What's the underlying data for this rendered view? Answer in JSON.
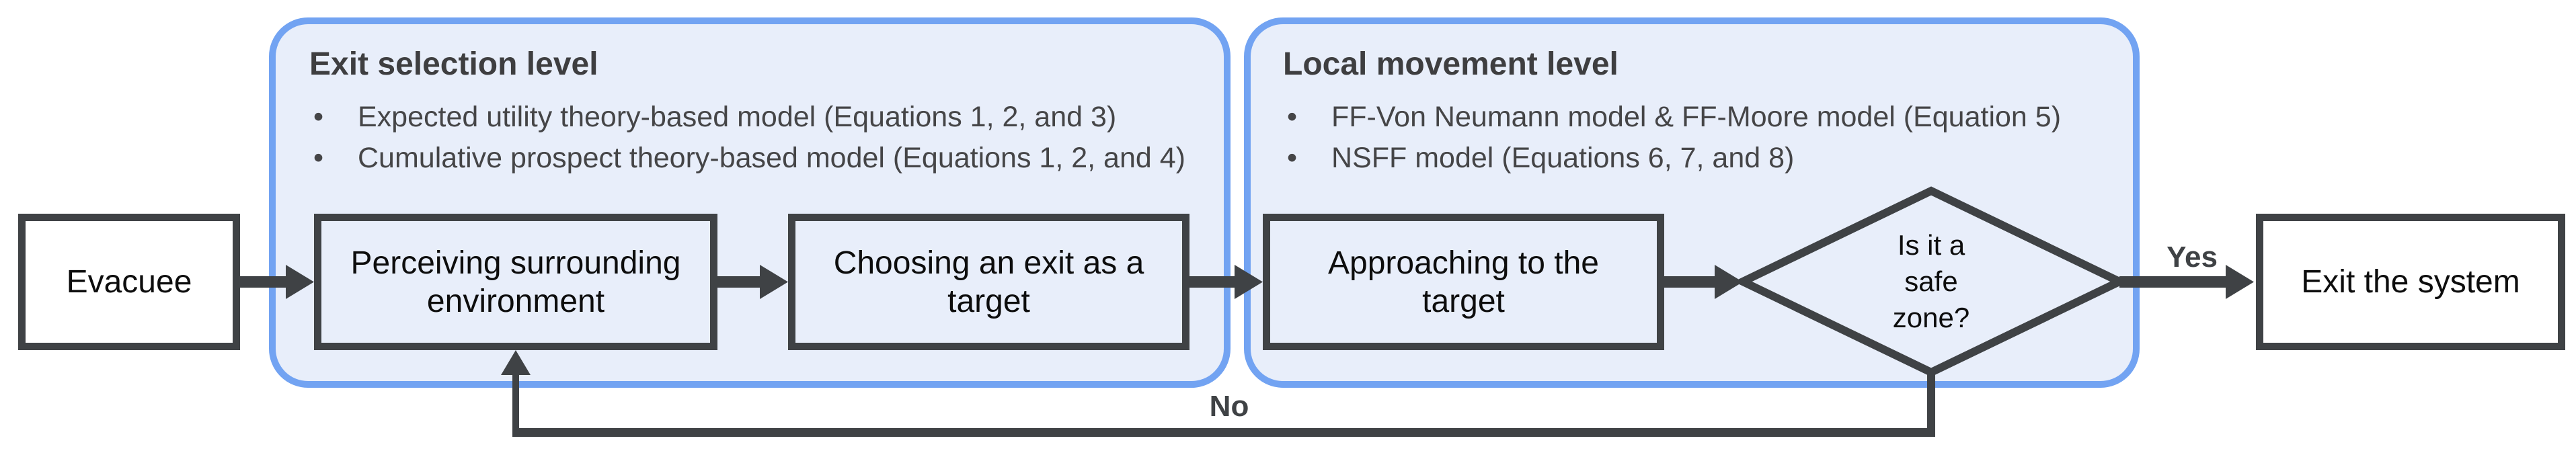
{
  "colors": {
    "container_border_blue": "#72a3f2",
    "container_fill_blue": "#e8eefa",
    "line_and_border_dark": "#3f4245",
    "outer_node_fill": "#ffffff",
    "node_text": "#0d0d0d",
    "level_text": "#454547"
  },
  "levels": [
    {
      "title": "Exit selection level",
      "bullets": [
        "Expected utility theory-based model (Equations 1, 2, and 3)",
        "Cumulative prospect theory-based model (Equations 1, 2, and 4)"
      ]
    },
    {
      "title": "Local movement level",
      "bullets": [
        "FF-Von Neumann model & FF-Moore model (Equation 5)",
        "NSFF model (Equations 6, 7, and 8)"
      ]
    }
  ],
  "nodes": {
    "evacuee": {
      "label": "Evacuee"
    },
    "perceiving": {
      "lines": [
        "Perceiving surrounding",
        "environment"
      ]
    },
    "choosing": {
      "lines": [
        "Choosing an exit as a",
        "target"
      ]
    },
    "approaching": {
      "lines": [
        "Approaching to the",
        "target"
      ]
    },
    "decision": {
      "lines": [
        "Is it a",
        "safe",
        "zone?"
      ]
    },
    "exit_system": {
      "label": "Exit the system"
    }
  },
  "edge_labels": {
    "yes": "Yes",
    "no": "No"
  }
}
